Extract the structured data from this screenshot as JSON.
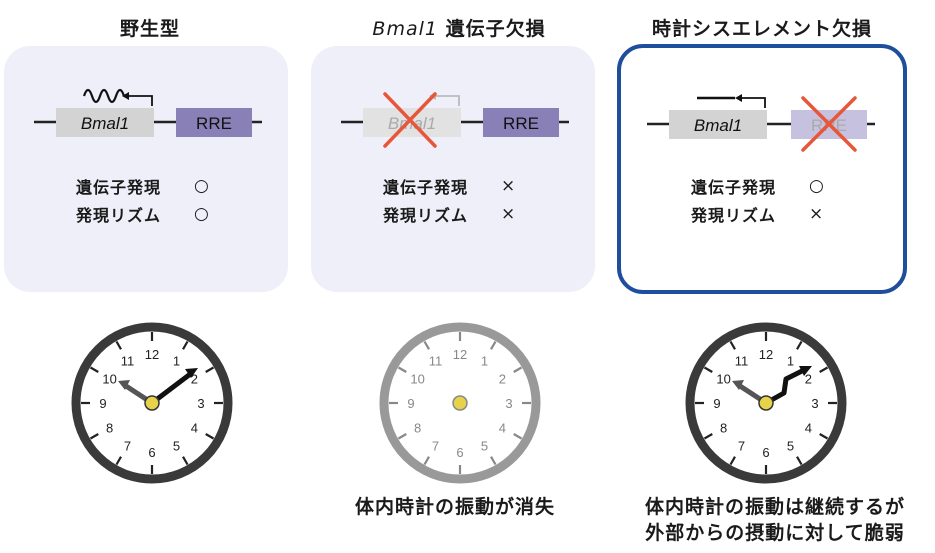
{
  "columns": [
    {
      "title": "野生型",
      "gene_label": "Bmal1",
      "element_label": "RRE",
      "rows": [
        {
          "label": "遺伝子発現",
          "mark": "○"
        },
        {
          "label": "発現リズム",
          "mark": "○"
        }
      ]
    },
    {
      "title_gene": "Bmal1",
      "title_rest": " 遺伝子欠損",
      "gene_label": "Bmal1",
      "element_label": "RRE",
      "rows": [
        {
          "label": "遺伝子発現",
          "mark": "×"
        },
        {
          "label": "発現リズム",
          "mark": "×"
        }
      ]
    },
    {
      "title": "時計シスエレメント欠損",
      "gene_label": "Bmal1",
      "element_label": "RRE",
      "rows": [
        {
          "label": "遺伝子発現",
          "mark": "○"
        },
        {
          "label": "発現リズム",
          "mark": "×"
        }
      ]
    }
  ],
  "clock_numbers": [
    "12",
    "1",
    "2",
    "3",
    "4",
    "5",
    "6",
    "7",
    "8",
    "9",
    "10",
    "11"
  ],
  "captions": {
    "middle": "体内時計の振動が消失",
    "right_line1": "体内時計の振動は継続するが",
    "right_line2": "外部からの摂動に対して脆弱"
  },
  "colors": {
    "panel_bg": "#eeeff8",
    "highlight_border": "#1f4e9c",
    "gene_box": "#d3d3d3",
    "rre_box": "#8a80b8",
    "cross": "#e8563a",
    "clock_rim": "#3a3a3a",
    "clock_rim_faded": "#999999",
    "clock_center": "#e6d34a"
  }
}
